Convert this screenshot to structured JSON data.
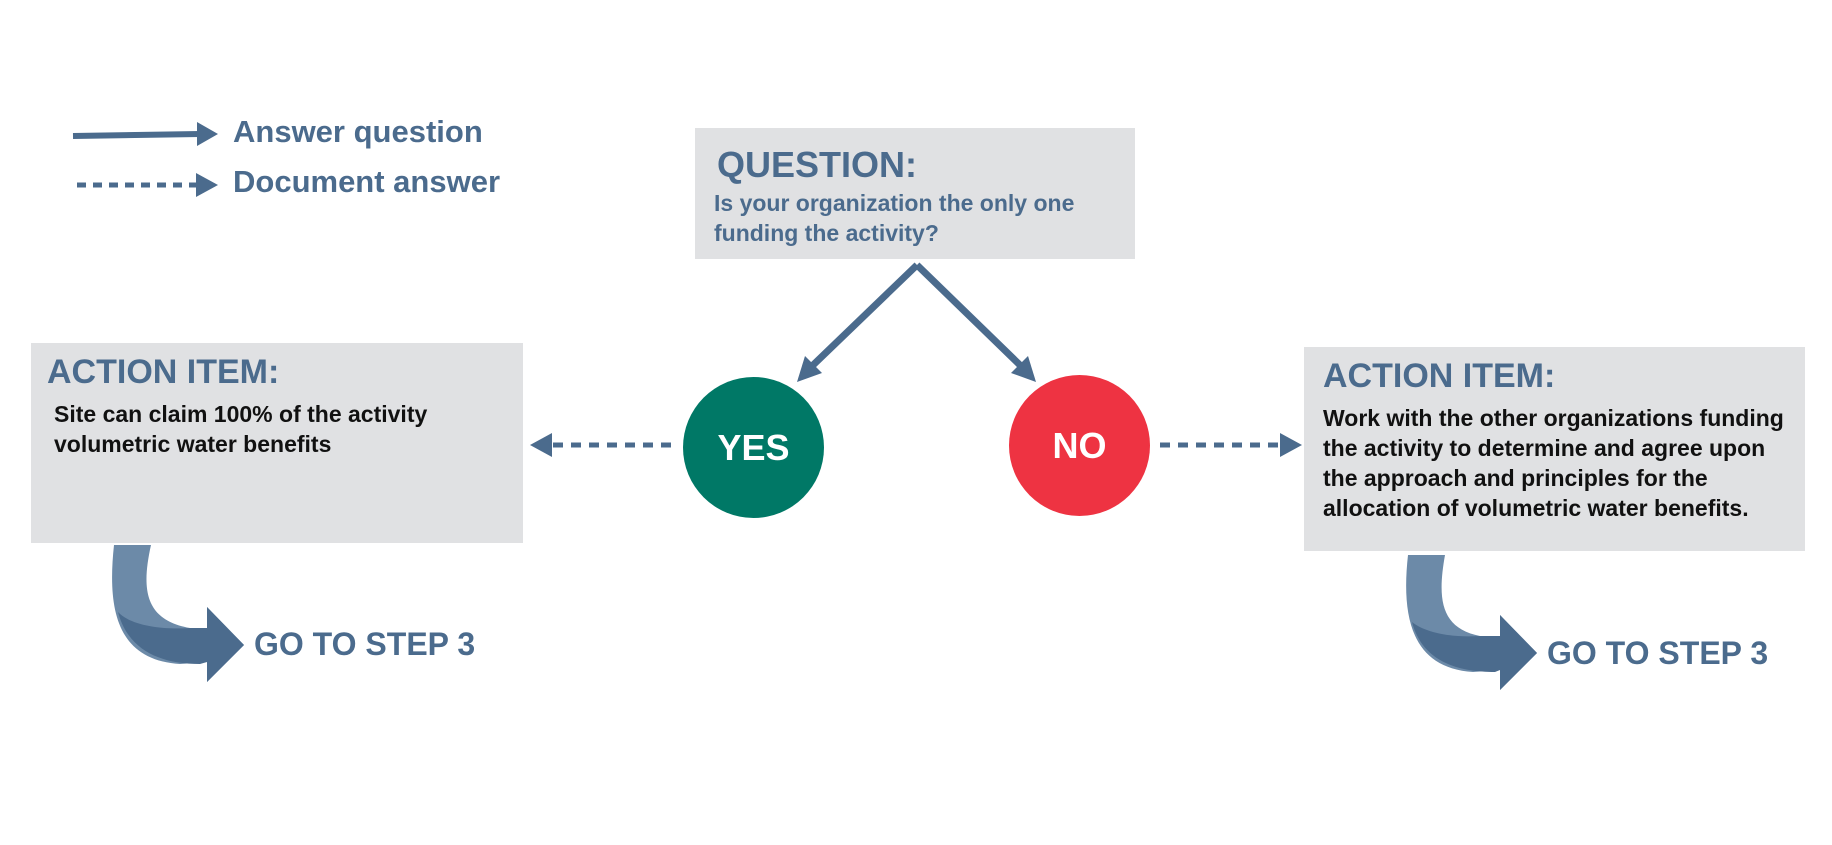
{
  "legend": {
    "answer_label": "Answer question",
    "document_label": "Document answer"
  },
  "question": {
    "heading": "QUESTION:",
    "text": "Is your organization the only one funding the activity?"
  },
  "yes": {
    "label": "YES",
    "color": "#007866"
  },
  "no": {
    "label": "NO",
    "color": "#ee3342"
  },
  "left_action": {
    "heading": "ACTION ITEM:",
    "text": "Site can claim 100% of the activity volumetric water benefits"
  },
  "right_action": {
    "heading": "ACTION ITEM:",
    "text": "Work with the other organizations funding the activity to determine and agree upon the approach and principles for the allocation of volumetric water benefits."
  },
  "left_goto": {
    "label": "GO TO STEP 3"
  },
  "right_goto": {
    "label": "GO TO STEP 3"
  },
  "colors": {
    "accent": "#4b6b8d",
    "box_bg": "#e0e1e3",
    "body_text": "#111111"
  }
}
